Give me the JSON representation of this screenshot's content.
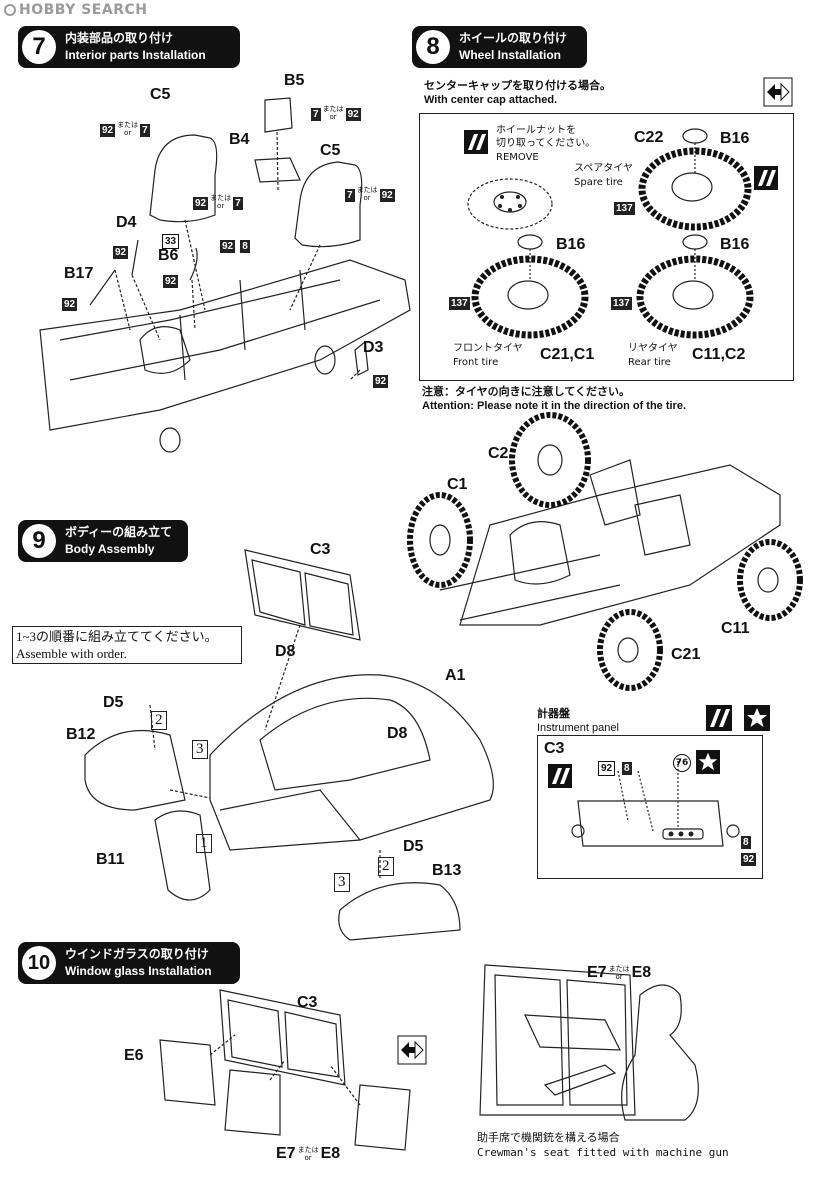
{
  "watermark": "HOBBY SEARCH",
  "step7": {
    "number": "7",
    "title_jp": "内装部品の取り付け",
    "title_en": "Interior parts Installation",
    "parts": [
      "B5",
      "C5",
      "B4",
      "C5",
      "D4",
      "B6",
      "B17",
      "D3"
    ],
    "codes": [
      "92",
      "7",
      "7",
      "92",
      "92",
      "7",
      "7",
      "92",
      "92",
      "33",
      "92",
      "92",
      "8",
      "92",
      "92"
    ],
    "or_jp": "または",
    "or_en": "or"
  },
  "step8": {
    "number": "8",
    "title_jp": "ホイールの取り付け",
    "title_en": "Wheel Installation",
    "subtitle_jp": "センターキャップを取り付ける場合。",
    "subtitle_en": "With center cap attached.",
    "remove_jp": "ホイールナットを\n切り取ってください。",
    "remove_en": "REMOVE",
    "spare_jp": "スペアタイヤ",
    "spare_en": "Spare tire",
    "front_jp": "フロントタイヤ",
    "front_en": "Front tire",
    "rear_jp": "リヤタイヤ",
    "rear_en": "Rear tire",
    "parts": [
      "C22",
      "B16",
      "B16",
      "B16",
      "C21,C1",
      "C11,C2"
    ],
    "codes": [
      "137",
      "137",
      "137"
    ],
    "note_jp": "注意：タイヤの向きに注意してください。",
    "note_en": "Attention: Please note it in the direction of the tire.",
    "wheel_labels": [
      "C2",
      "C1",
      "C11",
      "C21"
    ]
  },
  "step9": {
    "number": "9",
    "title_jp": "ボディーの組み立て",
    "title_en": "Body Assembly",
    "order_jp": "1~3の順番に組み立ててください。",
    "order_en": "Assemble with order.",
    "parts": [
      "C3",
      "D8",
      "A1",
      "D5",
      "B12",
      "D8",
      "B11",
      "D5",
      "B13"
    ],
    "order_marks": [
      "2",
      "3",
      "1",
      "2",
      "3"
    ]
  },
  "instrument": {
    "title_jp": "計器盤",
    "title_en": "Instrument panel",
    "part": "C3",
    "codes": [
      "92",
      "8",
      "76",
      "8",
      "92"
    ]
  },
  "step10": {
    "number": "10",
    "title_jp": "ウインドガラスの取り付け",
    "title_en": "Window glass Installation",
    "parts": [
      "C3",
      "E6",
      "E7",
      "E8"
    ],
    "crew_parts": [
      "E7",
      "E8"
    ],
    "crew_jp": "助手席で機関銃を構える場合",
    "crew_en": "Crewman's seat fitted with machine gun"
  }
}
